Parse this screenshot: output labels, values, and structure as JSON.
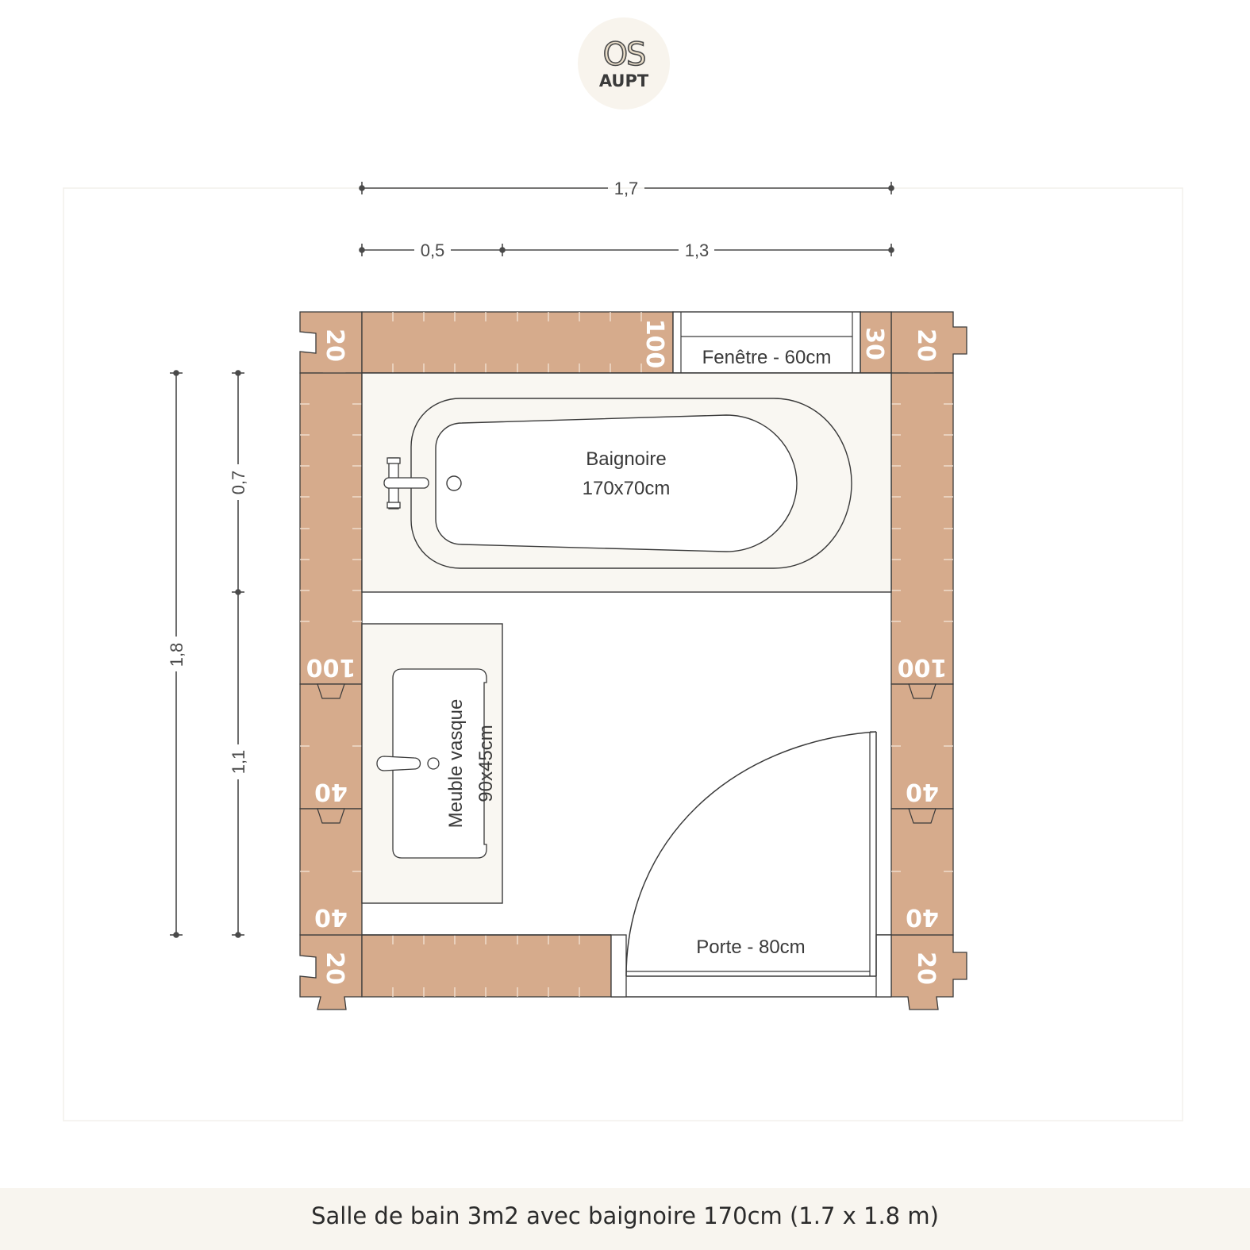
{
  "logo": {
    "line1": "OS",
    "line2": "AUPT"
  },
  "dimensions": {
    "total_width": "1,7",
    "segment_left": "0,5",
    "segment_right": "1,3",
    "total_height": "1,8",
    "segment_top": "0,7",
    "segment_bottom": "1,1"
  },
  "tiles": {
    "corner": "20",
    "long": "100",
    "short": "40",
    "window_side": "30"
  },
  "fixtures": {
    "bathtub_name": "Baignoire",
    "bathtub_size": "170x70cm",
    "vanity_name": "Meuble vasque",
    "vanity_size": "90x45cm",
    "window": "Fenêtre - 60cm",
    "door": "Porte - 80cm"
  },
  "caption": "Salle de bain 3m2 avec baignoire 170cm (1.7 x 1.8 m)",
  "colors": {
    "tile": "#d6ab8c",
    "fixture_fill": "#f9f7f2",
    "line": "#3a3a3a",
    "caption_bg": "#f8f5ef"
  }
}
